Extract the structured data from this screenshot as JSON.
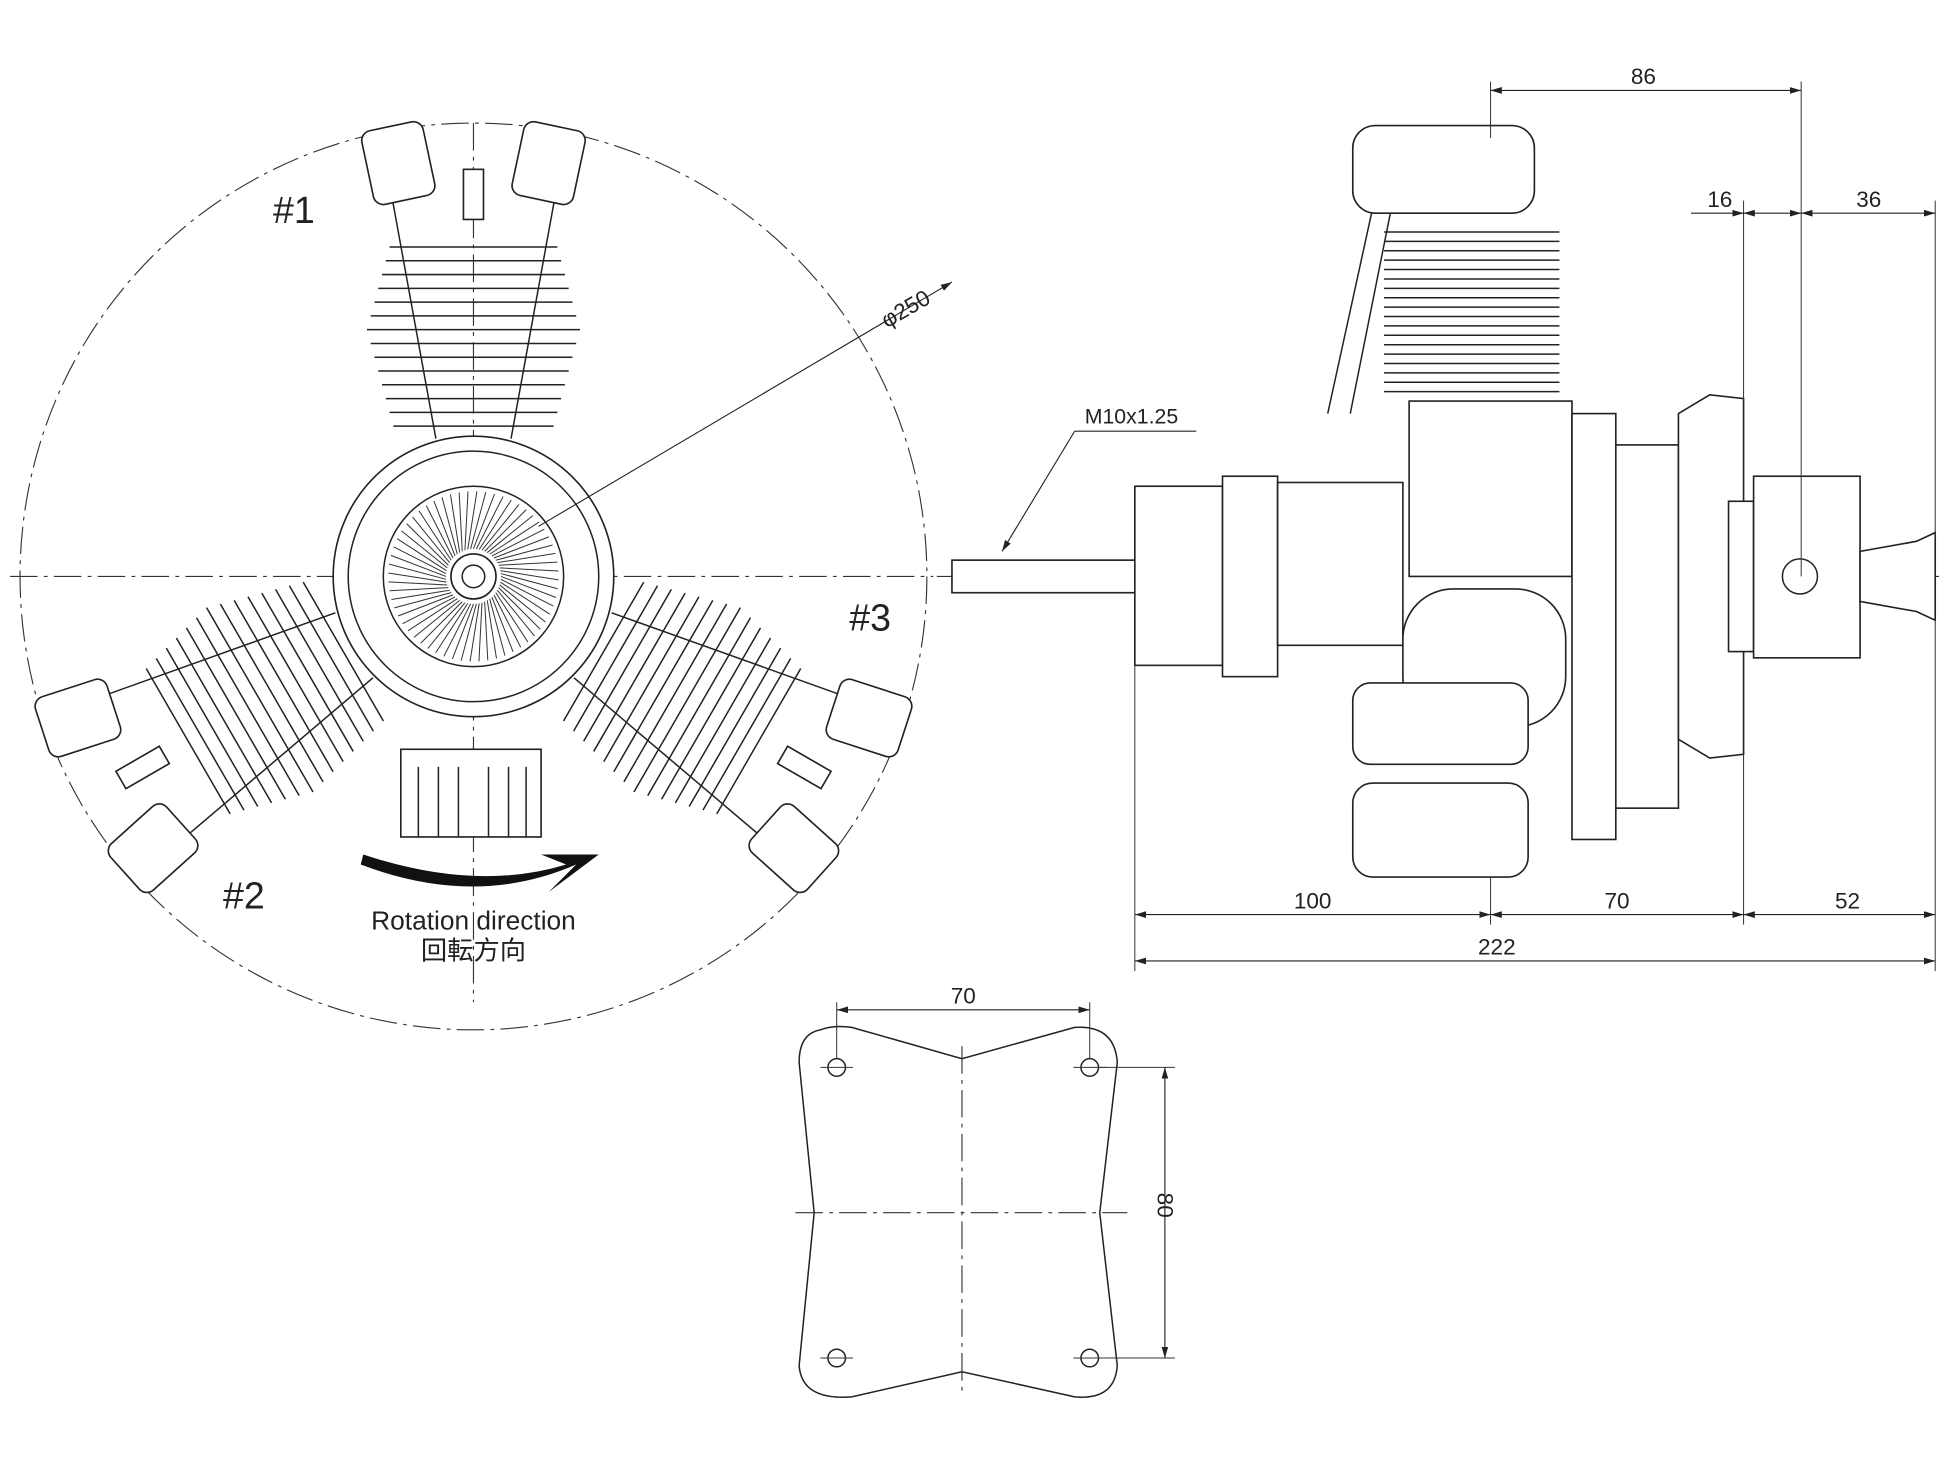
{
  "front_view": {
    "cylinder_labels": [
      "#1",
      "#2",
      "#3"
    ],
    "diameter_label": "φ250",
    "rotation_label": "Rotation direction",
    "rotation_label_jp": "回転方向"
  },
  "side_view": {
    "thread_label": "M10x1.25",
    "dimensions": {
      "top": "86",
      "carb_left": "16",
      "carb_right": "36",
      "front_section": "100",
      "middle_section": "70",
      "rear_section": "52",
      "overall_length": "222"
    }
  },
  "mount_view": {
    "width": "70",
    "height": "80"
  }
}
